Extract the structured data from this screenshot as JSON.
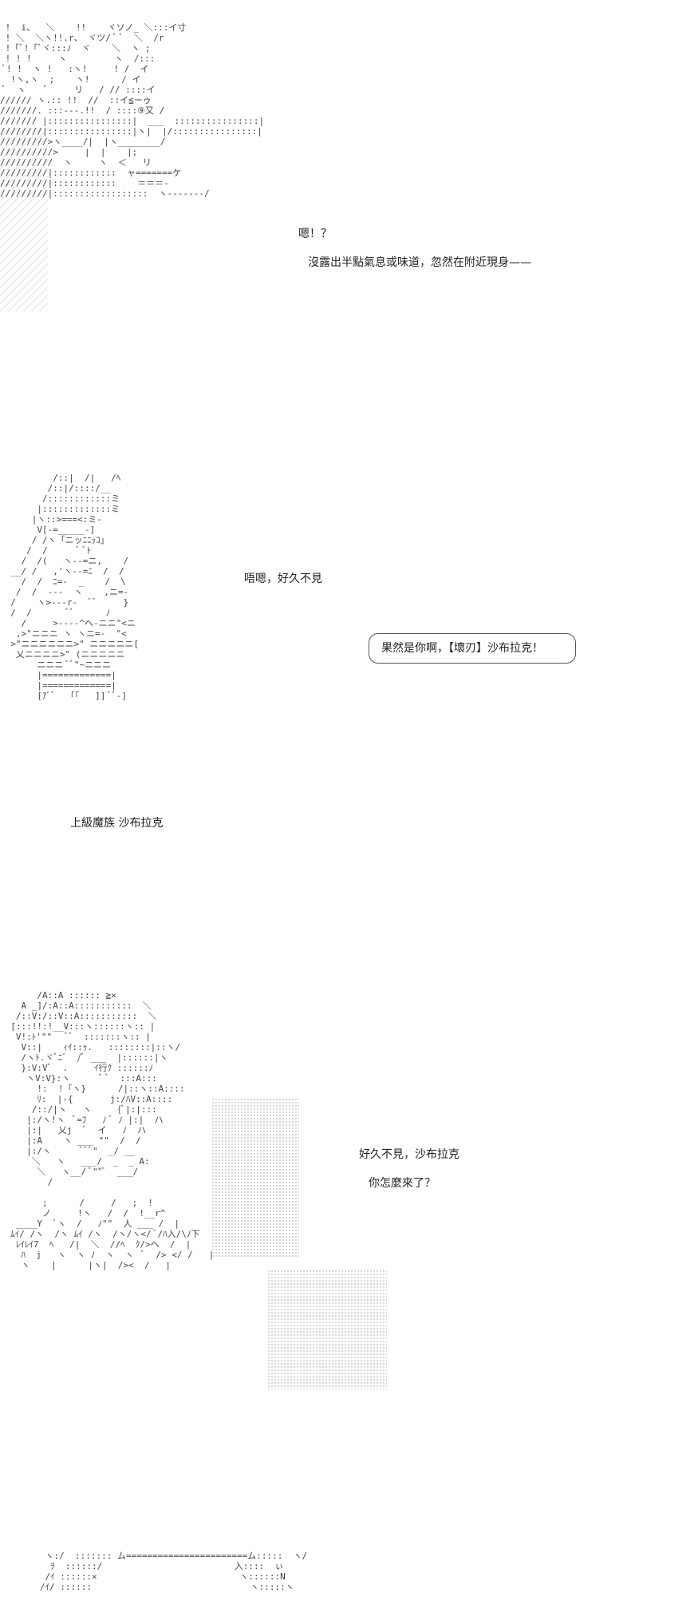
{
  "panel1": {
    "ascii_art": " !  i、  ＼    !!    ヾソノ_ ＼:::イ寸\n ! ＼  ＼ヽ!!.r、 ヾツ/ ﾞ ﾞ  ＼  /r\n !「ﾞ!「ﾞヾ:::ﾉ  ヾ    ＼  ヽ ;\n ! ! !     ヽ         ヽ  /:::\n ﾞ! !  ヽ !   :ヽ!     ! /  イ\n  !ヽ,ヽ  ;    ヽ!      / イ\n ﾞ  ヽ    ﾞ     リ   / // ::::イ\n////// ヽ.:: !!  //  ::イ≦ーゥ\n///////. :::---.!!  / ::::⑨又 /\n/////// |::::::::::::::::|  ___  ::::::::::::::::|\n////////|::::::::::::::::|ヽ|  |/::::::::::::::::|\n/////////>ヽ____/|  |ヽ________/\n//////////>     |  |    |;\n//////////  ヽ     ヽ  ＜   リ\n/////////|::::::::::::  ャ=======ケ\n/////////|::::::::::::    ＝＝＝-\n/////////|::::::::::::::::::  ヽ-------/",
    "line1": "嗯！？",
    "line2": "沒露出半點氣息或味道，忽然在附近現身——"
  },
  "panel2": {
    "ascii_art": "          /::|  /|   /ﾍ\n         /::|/::::/__\n        /::::::::::::ミ\n       |:::::::::::::ミ\n      |ヽ::>===<:ミ-\n       V[-=_____-]\n      / /ヽ「ニッﾆﾆｯｺ」\n     /  /      ﾞ ﾞﾄ\n    /  /(   ヽ-‐=ニ,    /\n  __/ /   ,'ヽ‐‐=ﾆ  /  /\n    /  /  ﾆ=-  _    /  \\\n   /  /  ---  ヽ    ,ニ=-\n  /    ヽ>---r-  ﾞﾞ     }\n  /  /       ﾞﾞ      ﾉ\n    /     >----^へ-ニニ\"<ニ\n   ,>\"ニニニ ヽ ヽニ=-  \"<\n  >\"ニニニニニニ>\" ニニニニニ[\n   乂ニニニニ>\" (ニニニニニ\n       ニニニ ﾞﾞ\"~ニニニ\n       |=============|\n       |=============|\n       [ｱﾞﾞ  「「   ]] ﾞﾞ-]",
    "caption": "上級魔族    沙布拉克",
    "greeting": "唔嗯，好久不見",
    "bubble": "果然是你啊，【壞刃】沙布拉克！"
  },
  "panel3": {
    "ascii_art": "       /A::A :::::: ≧×\n    A _]/:A::A:::::::::::  ＼\n   /::V:/::V::A:::::::::::  ＼\n  [:::!!:!__V:::ヽ::::::ヽ:: |\n   V!:ﾄ'\"\"   ﾞﾞ  :::::::ヽ:: |\n    V::|    ｨｲ::ｩ.   ::::::::|::ヽ/\n    /ヽﾄ.ヾﾞﾆﾞ  /ﾞ ___  |::::::|ヽ\n    }:V:Vﾞ  .     ｲ行ｸ ::::::ﾉ\n     ヽV:V}:ヽ      ﾞ ﾞ  :::A:::\n       !:  !「ヽ}      /|::ヽ::A::::\n       ﾘ:  |-{       j:/ﾊV::A::::\n      /::/|ヽ   ヽ     {ﾞ|:|:::\n     |:/ヽ!ヽ  ﾞ=ﾌ   ﾉ ﾞ ﾉ |:|  ハ\n     |:|   乂j  ﾞ  イ   ﾉ  ハ\n     |:A    ヽ ___ \"\"  /  /\n     |:/ヽ      ﾞﾞﾞ\"  _/ __\n      ＼   ヽ   ___/  _  _ A:\n       ＼   ヽ__/ ﾞ\"\"ﾞ  ___/\n         /\n\n        ;      /     /   ;  !\n        ノ     !ヽ   /  /  !__r^\n   ____Y  ﾞヽ  /   ﾉ\"\"  人 ___ /  |\n  ﾑｲ/ /ヽ  /ヽ ﾑｲ /ヽ  /ヽ/ヽ</ ﾞ/ﾊ入/\\ﾉ下\n   ﾚｲﾚｲ7  ﾍ   /|  ＼  //ﾍ  ｸ/>ヘ  /  |\n    ﾊ  j   ヽ  ヽ ﾉ  ヽ  ヽ  ﾞ  /> </ /   |\n    ヽ    |      |ヽ|  /><  /   |",
    "line1": "好久不見，沙布拉克",
    "line2": "你怎麼來了？"
  },
  "panel4": {
    "ascii_art": "    ヽ:/  ::::::: ム=======================ム:::::  ヽ/\n     ｦ  ::::::/                         入::::  ぃ\n    /ｲ ::::::×                           ヽ::::::N\n   /ｲ/ ::::::                              ヽ:::::ヽ"
  }
}
